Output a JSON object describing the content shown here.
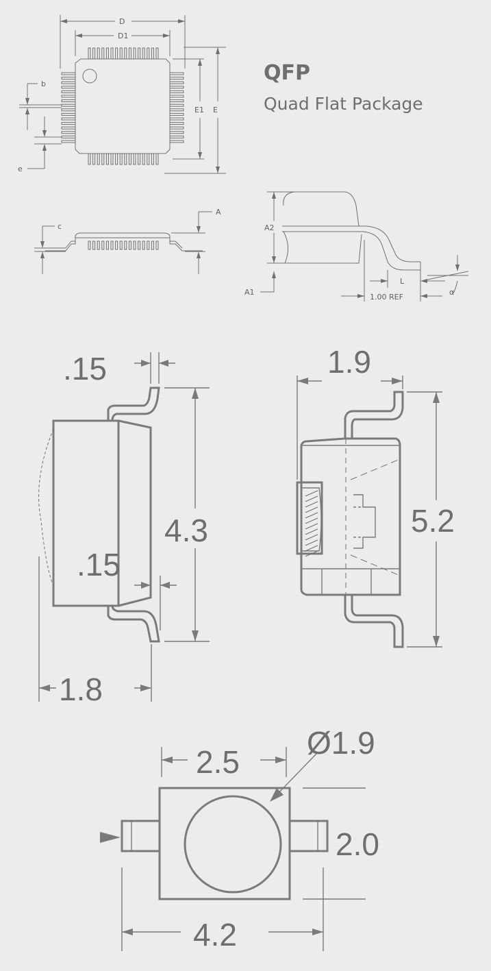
{
  "header": {
    "title": "QFP",
    "subtitle": "Quad Flat Package"
  },
  "qfp_top": {
    "labels": {
      "D": "D",
      "D1": "D1",
      "b": "b",
      "e": "e",
      "E1": "E1",
      "E": "E"
    }
  },
  "qfp_side": {
    "labels": {
      "c": "c",
      "A": "A"
    }
  },
  "lead_detail": {
    "labels": {
      "A2": "A2",
      "A1": "A1",
      "L": "L",
      "ref": "1.00 REF",
      "alpha": "α"
    }
  },
  "side_view": {
    "lead_thickness_top": ".15",
    "height": "4.3",
    "lead_thickness_bottom": ".15",
    "width": "1.8"
  },
  "front_view": {
    "width": "1.9",
    "height": "5.2"
  },
  "bottom_view": {
    "pad_span": "2.5",
    "lens_diameter": "Ø1.9",
    "body_height": "2.0",
    "overall_length": "4.2"
  },
  "colors": {
    "background": "#ececeb",
    "line": "#6f6f6f",
    "text": "#6e6e6e"
  }
}
